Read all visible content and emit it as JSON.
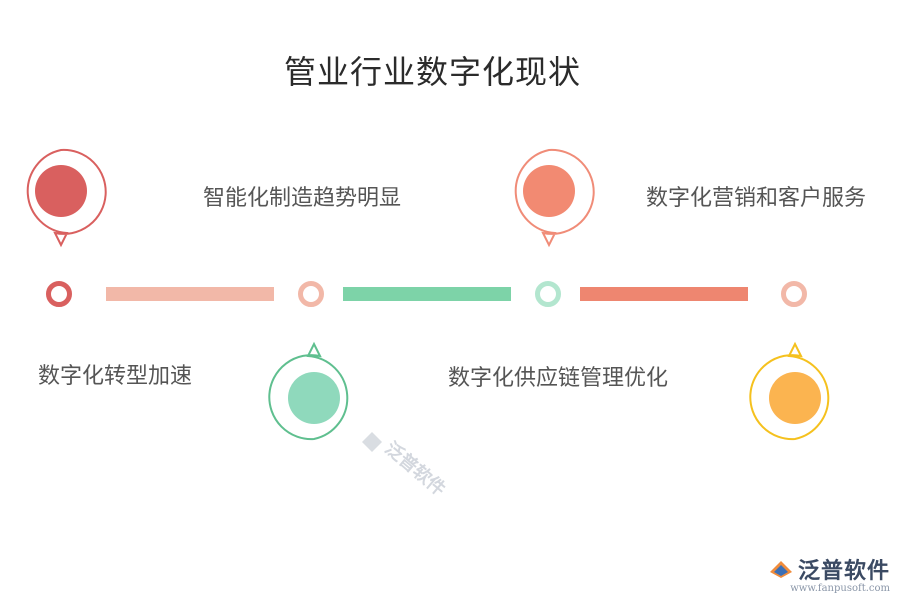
{
  "title": "管业行业数字化现状",
  "steps": [
    {
      "label": "数字化转型加速",
      "color": "#d9605f",
      "pin": "top"
    },
    {
      "label": "智能化制造趋势明显",
      "color": "#8fd9bc",
      "pin": "bottom"
    },
    {
      "label": "数字化供应链管理优化",
      "color": "#f28a72",
      "pin": "top"
    },
    {
      "label": "数字化营销和客户服务",
      "color": "#fbb450",
      "pin": "bottom"
    }
  ],
  "connectors": [
    "#f2b8a8",
    "#7dd3a8",
    "#ee8670"
  ],
  "watermark": "泛普软件",
  "brand": {
    "name": "泛普软件",
    "url": "www.fanpusoft.com"
  }
}
